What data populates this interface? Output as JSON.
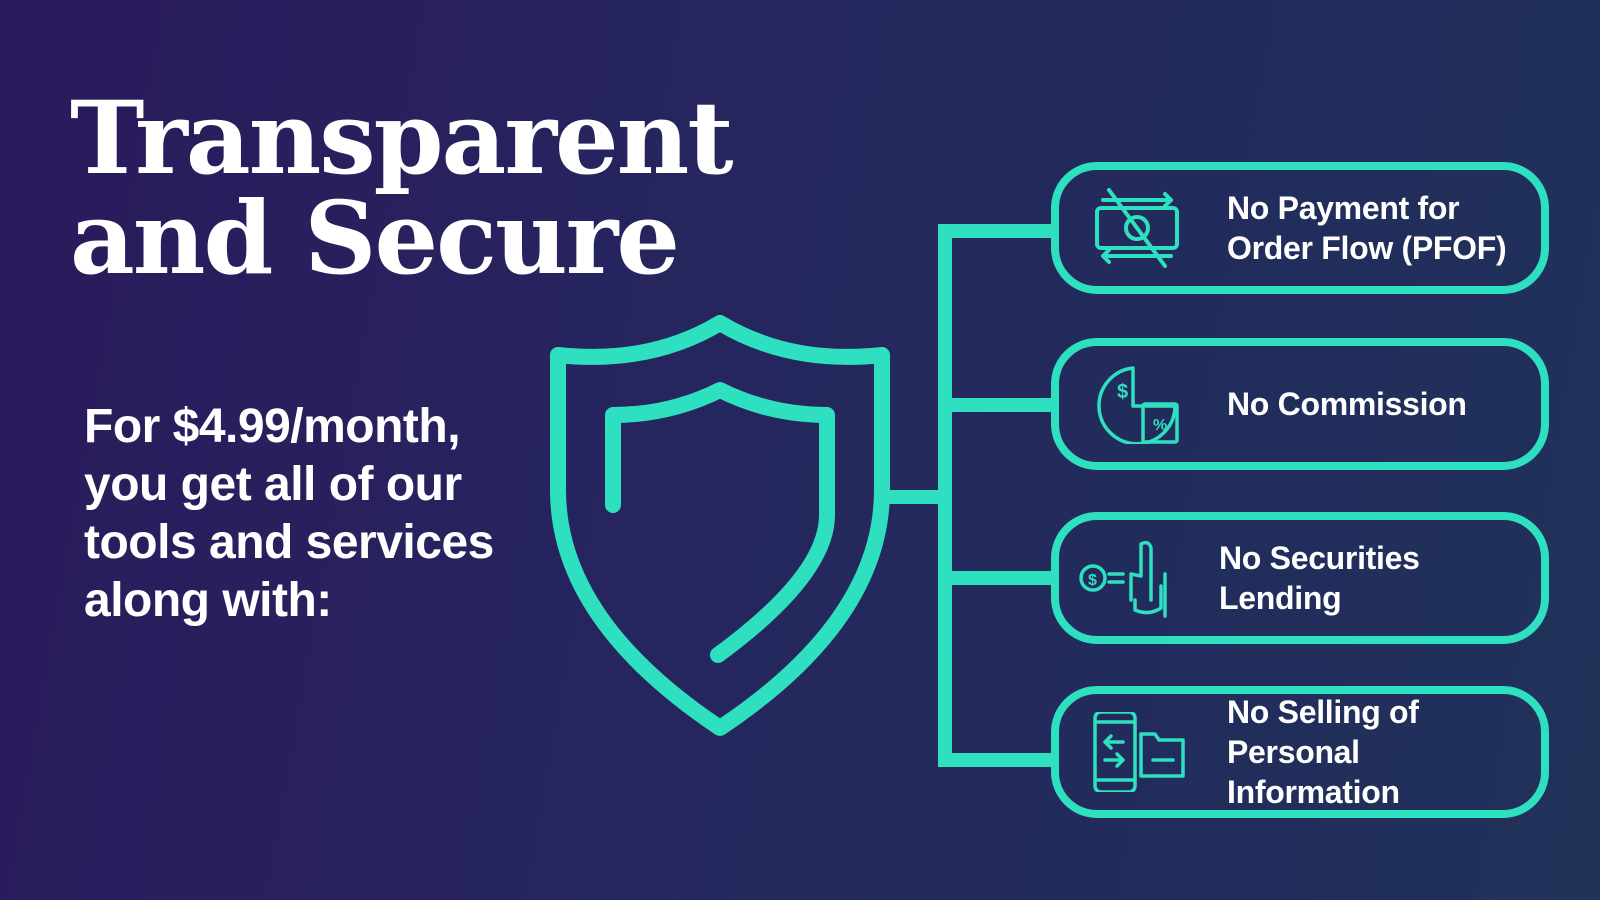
{
  "title": {
    "line1": "Transparent",
    "line2": "and Secure"
  },
  "subtitle": "For $4.99/month, you get all of our tools and services along with:",
  "accent_color": "#2fe0c0",
  "features": [
    {
      "icon": "crossed-out-money-arrows-icon",
      "line1": "No Payment for",
      "line2": "Order Flow (PFOF)"
    },
    {
      "icon": "dollar-percent-pie-icon",
      "line1": "No Commission",
      "line2": ""
    },
    {
      "icon": "coin-hand-icon",
      "line1": "No Securities",
      "line2": "Lending"
    },
    {
      "icon": "phone-folder-transfer-icon",
      "line1": "No Selling of",
      "line2": "Personal Information"
    }
  ],
  "icon_glyphs": {
    "dollar": "$",
    "percent": "%"
  }
}
